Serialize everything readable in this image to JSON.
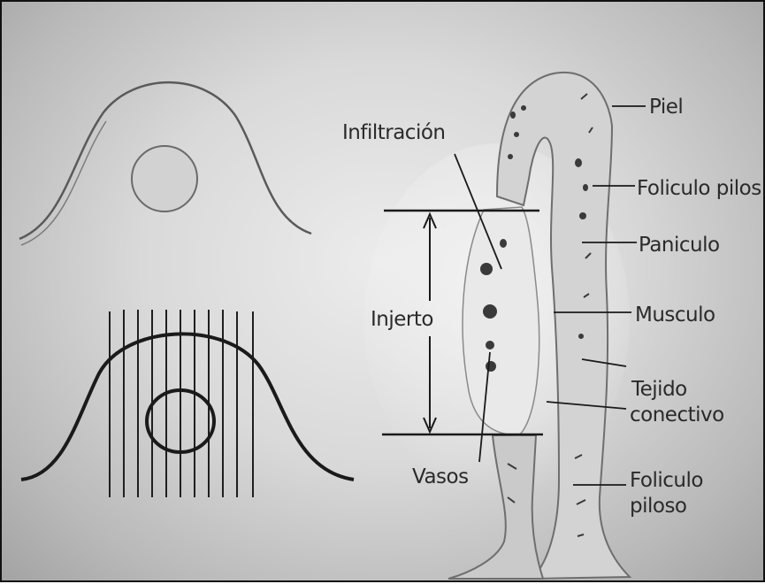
{
  "labels": {
    "piel": "Piel",
    "infiltracion": "Infiltración",
    "foliculo_pilos_top": "Foliculo pilos",
    "paniculo": "Paniculo",
    "injerto": "Injerto",
    "musculo": "Musculo",
    "tejido": "Tejido",
    "conectivo": "conectivo",
    "vasos": "Vasos",
    "foliculo_bottom": "Foliculo",
    "piloso_bottom": "piloso"
  },
  "colors": {
    "ink": "#1a1a1a",
    "faint_ink": "#5a5a5a",
    "graft_fill": "#e8e8e8",
    "tissue_fill": "#cfcfcf"
  }
}
